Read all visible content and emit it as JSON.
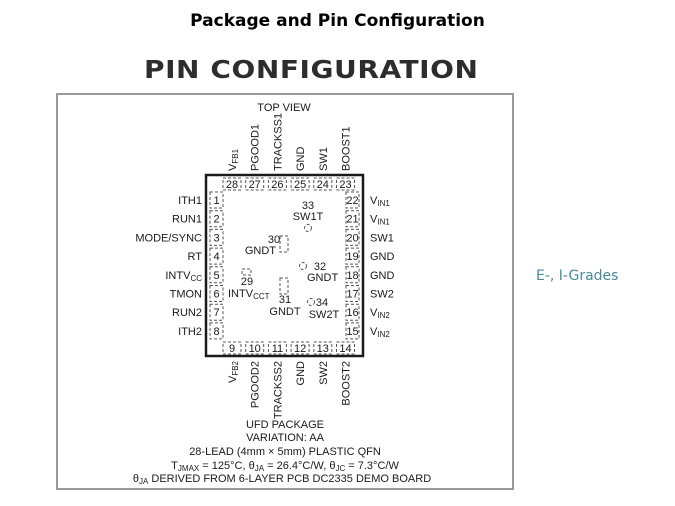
{
  "slide": {
    "title": "Package and Pin Configuration",
    "side_label": "E-, I-Grades"
  },
  "figure": {
    "heading": "PIN CONFIGURATION",
    "view_label": "TOP VIEW",
    "pins_top": [
      {
        "num": "28",
        "name": "V",
        "sub": "FB1"
      },
      {
        "num": "27",
        "name": "PGOOD1",
        "sub": ""
      },
      {
        "num": "26",
        "name": "TRACKSS1",
        "sub": ""
      },
      {
        "num": "25",
        "name": "GND",
        "sub": ""
      },
      {
        "num": "24",
        "name": "SW1",
        "sub": ""
      },
      {
        "num": "23",
        "name": "BOOST1",
        "sub": ""
      }
    ],
    "pins_left": [
      {
        "num": "1",
        "name": "ITH1",
        "sub": ""
      },
      {
        "num": "2",
        "name": "RUN1",
        "sub": ""
      },
      {
        "num": "3",
        "name": "MODE/SYNC",
        "sub": ""
      },
      {
        "num": "4",
        "name": "RT",
        "sub": ""
      },
      {
        "num": "5",
        "name": "INTV",
        "sub": "CC"
      },
      {
        "num": "6",
        "name": "TMON",
        "sub": ""
      },
      {
        "num": "7",
        "name": "RUN2",
        "sub": ""
      },
      {
        "num": "8",
        "name": "ITH2",
        "sub": ""
      }
    ],
    "pins_right": [
      {
        "num": "22",
        "name": "V",
        "sub": "IN1"
      },
      {
        "num": "21",
        "name": "V",
        "sub": "IN1"
      },
      {
        "num": "20",
        "name": "SW1",
        "sub": ""
      },
      {
        "num": "19",
        "name": "GND",
        "sub": ""
      },
      {
        "num": "18",
        "name": "GND",
        "sub": ""
      },
      {
        "num": "17",
        "name": "SW2",
        "sub": ""
      },
      {
        "num": "16",
        "name": "V",
        "sub": "IN2"
      },
      {
        "num": "15",
        "name": "V",
        "sub": "IN2"
      }
    ],
    "pins_bottom": [
      {
        "num": "9",
        "name": "V",
        "sub": "FB2"
      },
      {
        "num": "10",
        "name": "PGOOD2",
        "sub": ""
      },
      {
        "num": "11",
        "name": "TRACKSS2",
        "sub": ""
      },
      {
        "num": "12",
        "name": "GND",
        "sub": ""
      },
      {
        "num": "13",
        "name": "SW2",
        "sub": ""
      },
      {
        "num": "14",
        "name": "BOOST2",
        "sub": ""
      }
    ],
    "exposed_pads": [
      {
        "num": "33",
        "name": "SW1T",
        "sub": ""
      },
      {
        "num": "30",
        "name": "GNDT",
        "sub": ""
      },
      {
        "num": "32",
        "name": "GNDT",
        "sub": ""
      },
      {
        "num": "29",
        "name": "INTV",
        "sub": "CCT"
      },
      {
        "num": "31",
        "name": "GNDT",
        "sub": ""
      },
      {
        "num": "34",
        "name": "SW2T",
        "sub": ""
      }
    ],
    "caption": {
      "line1": "UFD PACKAGE",
      "line2": "VARIATION: AA",
      "line3": "28-LEAD (4mm × 5mm) PLASTIC QFN",
      "line4_parts": {
        "t": "T",
        "t_sub": "JMAX",
        "t_val": " = 125°C, ",
        "ja": "θ",
        "ja_sub": "JA",
        "ja_val": " = 26.4°C/W, ",
        "jc": "θ",
        "jc_sub": "JC",
        "jc_val": " = 7.3°C/W"
      },
      "line5_parts": {
        "th": "θ",
        "th_sub": "JA",
        "rest": " DERIVED FROM 6-LAYER PCB DC2335 DEMO BOARD"
      }
    }
  }
}
